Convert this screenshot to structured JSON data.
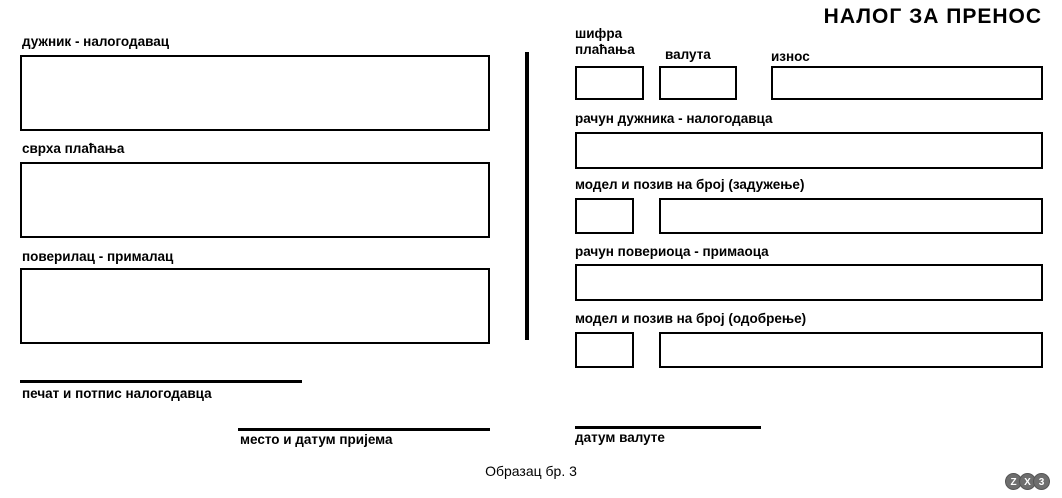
{
  "title": "НАЛОГ ЗА ПРЕНОС",
  "left": {
    "debtor_label": "дужник - налогодавац",
    "purpose_label": "сврха плаћања",
    "creditor_label": "поверилац - прималац",
    "stamp_label": "печат и потпис налогодавца",
    "place_date_label": "место и датум пријема"
  },
  "right": {
    "payment_code_label": "шифра плаћања",
    "currency_label": "валута",
    "amount_label": "износ",
    "debtor_account_label": "рачун дужника - налогодавца",
    "model_ref_debit_label": "модел и позив на број (задужење)",
    "creditor_account_label": "рачун повериоца - примаоца",
    "model_ref_credit_label": "модел и позив на број (одобрење)",
    "value_date_label": "датум валуте"
  },
  "footer": {
    "form_number": "Образац бр. 3"
  },
  "watermark": {
    "chars": [
      "Z",
      "X",
      "3"
    ]
  },
  "colors": {
    "ink": "#000000",
    "background": "#ffffff"
  }
}
